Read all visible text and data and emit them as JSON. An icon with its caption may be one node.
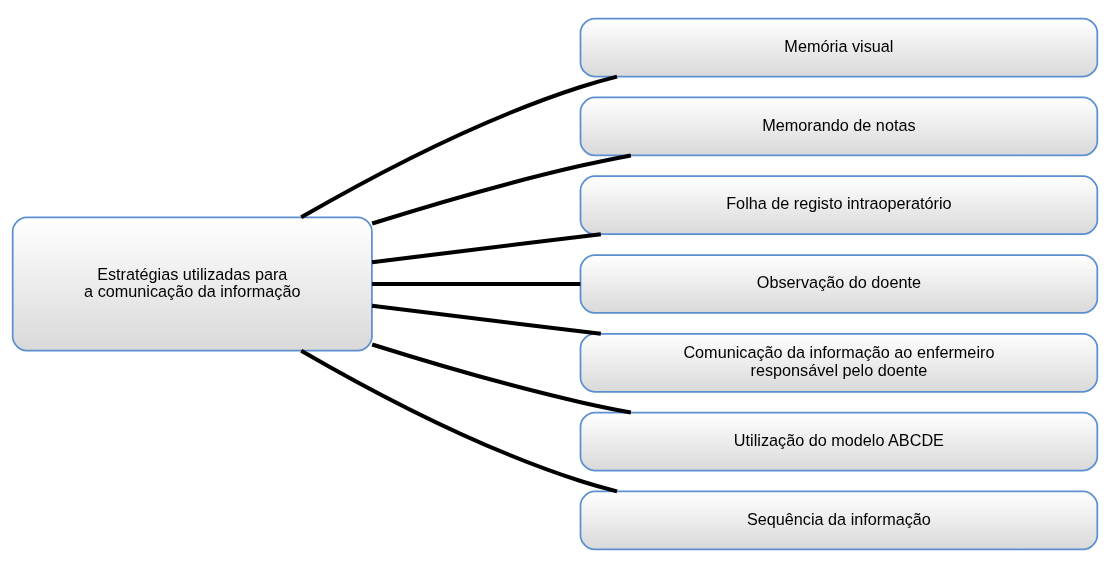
{
  "diagram": {
    "nodes": [
      {
        "text": [
          "Estratégias utilizadas para a comunicação da informação"
        ]
      },
      {
        "text": [
          "Memória visual"
        ]
      },
      {
        "text": [
          "Memorando de notas"
        ]
      },
      {
        "text": [
          "Folha de registo intraoperatório"
        ]
      },
      {
        "text": [
          "Observação do doente"
        ]
      },
      {
        "text": [
          "Comunicação da informação ao enfermeiro responsável pelo doente"
        ]
      },
      {
        "text": [
          "Utilização do modelo ABCDE"
        ]
      },
      {
        "text": [
          "Sequência da informação"
        ]
      }
    ],
    "edges": [
      {
        "from": 0,
        "to": 1,
        "arrow": "none"
      },
      {
        "from": 0,
        "to": 2,
        "arrow": "none"
      },
      {
        "from": 0,
        "to": 3,
        "arrow": "none"
      },
      {
        "from": 0,
        "to": 4,
        "arrow": "none"
      },
      {
        "from": 0,
        "to": 5,
        "arrow": "none"
      },
      {
        "from": 0,
        "to": 6,
        "arrow": "none"
      },
      {
        "from": 0,
        "to": 7,
        "arrow": "none"
      }
    ]
  }
}
